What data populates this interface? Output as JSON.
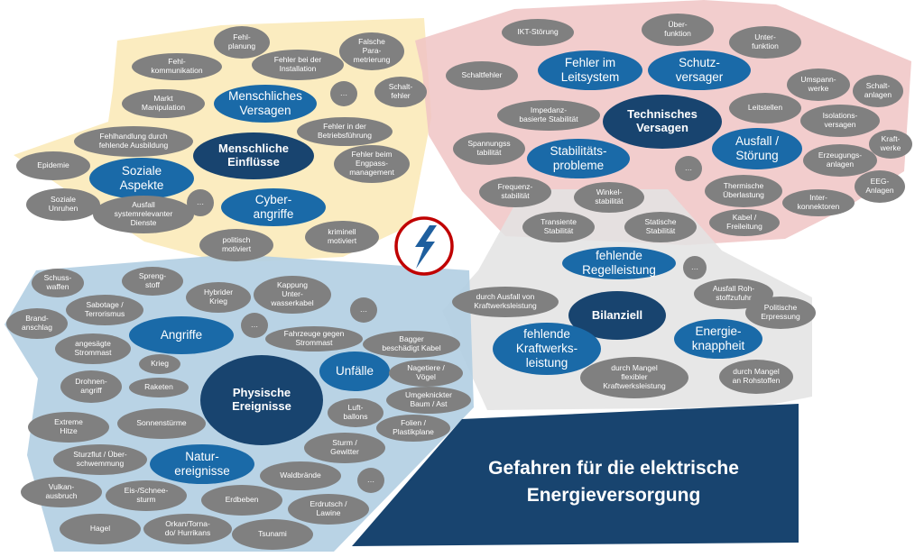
{
  "title": "Gefahren für die elektrische\nEnergieversorgung",
  "colors": {
    "human": "#fbecc0",
    "technical": "#f0c4c4",
    "balance": "#e3e3e3",
    "physical": "#b3cfe3",
    "bubble": "#808080",
    "category": "#1a6aa8",
    "core": "#18446f",
    "title_bg": "#18446f",
    "lightning": "#1f5f9e",
    "ring": "#c00000"
  },
  "icons": {
    "center": "lightning-icon"
  },
  "human": {
    "core": "Menschliche\nEinflüsse",
    "categories": [
      "Menschliches\nVersagen",
      "Soziale\nAspekte",
      "Cyber-\nangriffe"
    ],
    "items": [
      "Fehl-\nplanung",
      "Fehl-\nkommunikation",
      "Fehler bei der\nInstallation",
      "Falsche\nPara-\nmetrierung",
      "…",
      "Schalt-\nfehler",
      "Markt\nManipulation",
      "Fehler in der\nBetriebsführung",
      "Fehlhandlung durch\nfehlende Ausbildung",
      "Fehler beim\nEngpass-\nmanagement",
      "Epidemie",
      "Soziale\nUnruhen",
      "…",
      "Ausfall\nsystemrelevanter\nDienste",
      "politisch\nmotiviert",
      "kriminell\nmotiviert"
    ]
  },
  "technical": {
    "core": "Technisches\nVersagen",
    "categories": [
      "Fehler im\nLeitsystem",
      "Schutz-\nversager",
      "Stabilitäts-\nprobleme",
      "Ausfall /\nStörung"
    ],
    "items": [
      "IKT-Störung",
      "Über-\nfunktion",
      "Unter-\nfunktion",
      "Schaltfehler",
      "Umspann-\nwerke",
      "Schalt-\nanlagen",
      "Leitstellen",
      "Impedanz-\nbasierte Stabilität",
      "Isolations-\nversagen",
      "Kraft-\nwerke",
      "Spannungss\ntabilität",
      "…",
      "Erzeugungs-\nanlagen",
      "Frequenz-\nstabilität",
      "Winkel-\nstabilität",
      "Thermische\nÜberlastung",
      "EEG-\nAnlagen",
      "Inter-\nkonnektoren",
      "Transiente\nStabilität",
      "Statische\nStabilität",
      "Kabel /\nFreileitung"
    ]
  },
  "balance": {
    "core": "Bilanziell",
    "categories": [
      "fehlende\nRegelleistung",
      "fehlende\nKraftwerks-\nleistung",
      "Energie-\nknappheit"
    ],
    "items": [
      "…",
      "durch Ausfall von\nKraftwerksleistung",
      "Ausfall Roh-\nstoffzufuhr",
      "Politische\nErpressung",
      "durch Mangel\nflexibler\nKraftwerksleistung",
      "durch Mangel\nan Rohstoffen"
    ]
  },
  "physical": {
    "core": "Physische\nEreignisse",
    "categories": [
      "Angriffe",
      "Unfälle",
      "Natur-\nereignisse"
    ],
    "items": [
      "Schuss-\nwaffen",
      "Spreng-\nstoff",
      "Hybrider\nKrieg",
      "Kappung\nUnter-\nwasserkabel",
      "…",
      "Sabotage /\nTerrorismus",
      "Brand-\nanschlag",
      "…",
      "Fahrzeuge gegen\nStrommast",
      "Bagger\nbeschädigt Kabel",
      "angesägte\nStrommast",
      "Krieg",
      "Nagetiere /\nVögel",
      "Drohnen-\nangriff",
      "Raketen",
      "Umgeknickter\nBaum / Ast",
      "Luft-\nballons",
      "Extreme\nHitze",
      "Sonnenstürme",
      "Folien /\nPlastikplane",
      "Sturm /\nGewitter",
      "Sturzflut / Über-\nschwemmung",
      "Waldbrände",
      "…",
      "Vulkan-\nausbruch",
      "Eis-/Schnee-\nsturm",
      "Erdbeben",
      "Erdrutsch /\nLawine",
      "Hagel",
      "Orkan/Torna-\ndo/ Hurrikans",
      "Tsunami"
    ]
  }
}
